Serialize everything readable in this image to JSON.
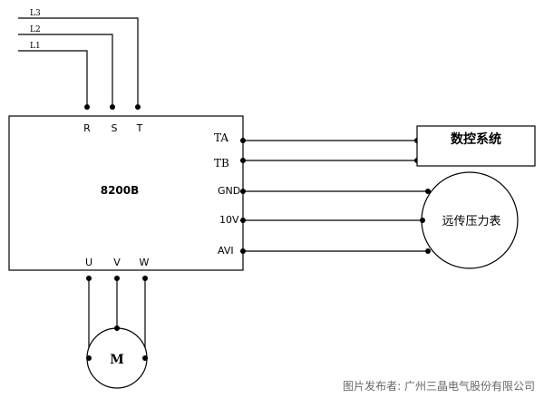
{
  "supply": {
    "lines": [
      "L3",
      "L2",
      "L1"
    ]
  },
  "inverter": {
    "model": "8200B",
    "inputs": [
      "R",
      "S",
      "T"
    ],
    "outputs": [
      "U",
      "V",
      "W"
    ],
    "terminals": [
      "TA",
      "TB",
      "GND",
      "10V",
      "AVI"
    ]
  },
  "cnc": {
    "label": "数控系统"
  },
  "gauge": {
    "label": "远传压力表"
  },
  "motor": {
    "label": "M"
  },
  "footer": {
    "caption": "图片发布者: 广州三晶电气股份有限公司"
  }
}
